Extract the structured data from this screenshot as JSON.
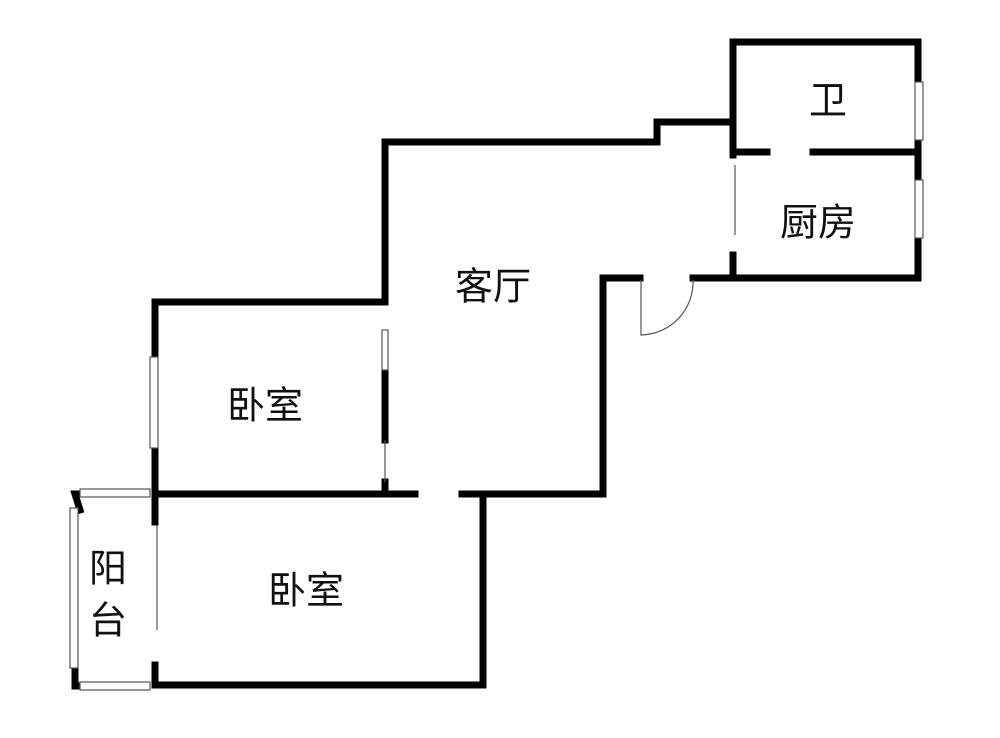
{
  "rooms": {
    "bathroom": "卫",
    "kitchen": "厨房",
    "living_room": "客厅",
    "bedroom_north": "卧室",
    "bedroom_south": "卧室",
    "balcony_1": "阳",
    "balcony_2": "台"
  },
  "colors": {
    "wall": "#000000",
    "background": "#ffffff"
  }
}
